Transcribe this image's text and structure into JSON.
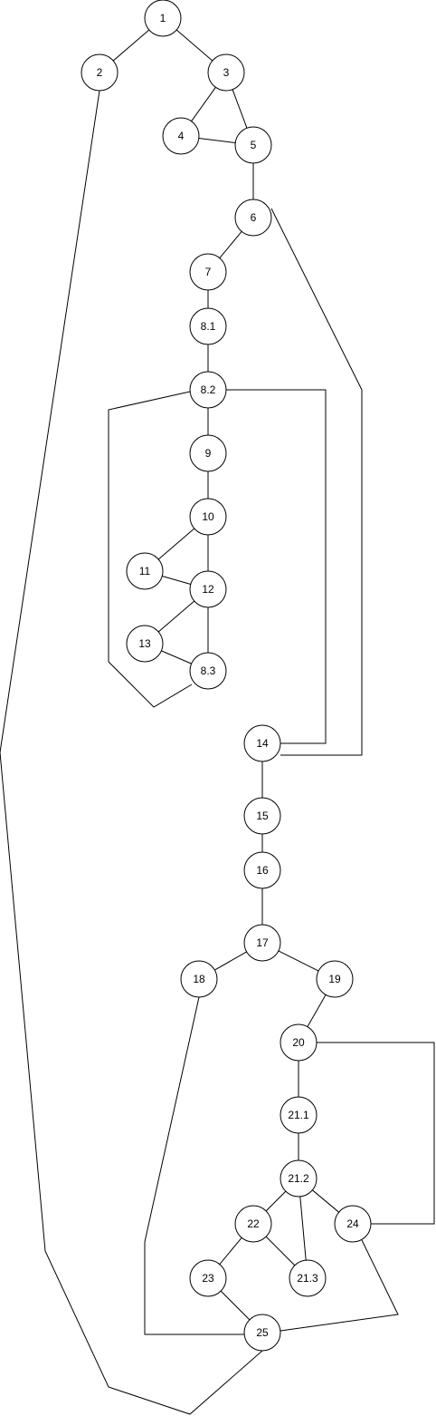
{
  "colors": {
    "background": "#ffffff",
    "stroke": "#000000",
    "node_fill": "#ffffff",
    "text": "#000000"
  },
  "nodes": [
    {
      "id": "1",
      "label": "1"
    },
    {
      "id": "2",
      "label": "2"
    },
    {
      "id": "3",
      "label": "3"
    },
    {
      "id": "4",
      "label": "4"
    },
    {
      "id": "5",
      "label": "5"
    },
    {
      "id": "6",
      "label": "6"
    },
    {
      "id": "7",
      "label": "7"
    },
    {
      "id": "8.1",
      "label": "8.1"
    },
    {
      "id": "8.2",
      "label": "8.2"
    },
    {
      "id": "9",
      "label": "9"
    },
    {
      "id": "10",
      "label": "10"
    },
    {
      "id": "11",
      "label": "11"
    },
    {
      "id": "12",
      "label": "12"
    },
    {
      "id": "13",
      "label": "13"
    },
    {
      "id": "8.3",
      "label": "8.3"
    },
    {
      "id": "14",
      "label": "14"
    },
    {
      "id": "15",
      "label": "15"
    },
    {
      "id": "16",
      "label": "16"
    },
    {
      "id": "17",
      "label": "17"
    },
    {
      "id": "18",
      "label": "18"
    },
    {
      "id": "19",
      "label": "19"
    },
    {
      "id": "20",
      "label": "20"
    },
    {
      "id": "21.1",
      "label": "21.1"
    },
    {
      "id": "21.2",
      "label": "21.2"
    },
    {
      "id": "22",
      "label": "22"
    },
    {
      "id": "24",
      "label": "24"
    },
    {
      "id": "23",
      "label": "23"
    },
    {
      "id": "21.3",
      "label": "21.3"
    },
    {
      "id": "25",
      "label": "25"
    }
  ],
  "edges": [
    {
      "from": "1",
      "to": "2"
    },
    {
      "from": "1",
      "to": "3"
    },
    {
      "from": "3",
      "to": "4"
    },
    {
      "from": "3",
      "to": "5"
    },
    {
      "from": "4",
      "to": "5"
    },
    {
      "from": "5",
      "to": "6"
    },
    {
      "from": "6",
      "to": "7"
    },
    {
      "from": "6",
      "to": "14"
    },
    {
      "from": "7",
      "to": "8.1"
    },
    {
      "from": "8.1",
      "to": "8.2"
    },
    {
      "from": "8.2",
      "to": "9"
    },
    {
      "from": "8.2",
      "to": "14"
    },
    {
      "from": "8.2",
      "to": "8.3"
    },
    {
      "from": "9",
      "to": "10"
    },
    {
      "from": "10",
      "to": "11"
    },
    {
      "from": "10",
      "to": "12"
    },
    {
      "from": "11",
      "to": "12"
    },
    {
      "from": "12",
      "to": "13"
    },
    {
      "from": "12",
      "to": "8.3"
    },
    {
      "from": "13",
      "to": "8.3"
    },
    {
      "from": "14",
      "to": "15"
    },
    {
      "from": "15",
      "to": "16"
    },
    {
      "from": "16",
      "to": "17"
    },
    {
      "from": "17",
      "to": "18"
    },
    {
      "from": "17",
      "to": "19"
    },
    {
      "from": "19",
      "to": "20"
    },
    {
      "from": "20",
      "to": "21.1"
    },
    {
      "from": "20",
      "to": "24"
    },
    {
      "from": "21.1",
      "to": "21.2"
    },
    {
      "from": "21.2",
      "to": "22"
    },
    {
      "from": "21.2",
      "to": "24"
    },
    {
      "from": "21.2",
      "to": "21.3"
    },
    {
      "from": "22",
      "to": "23"
    },
    {
      "from": "22",
      "to": "21.3"
    },
    {
      "from": "23",
      "to": "25"
    },
    {
      "from": "24",
      "to": "25"
    },
    {
      "from": "18",
      "to": "25"
    },
    {
      "from": "2",
      "to": "25"
    }
  ]
}
